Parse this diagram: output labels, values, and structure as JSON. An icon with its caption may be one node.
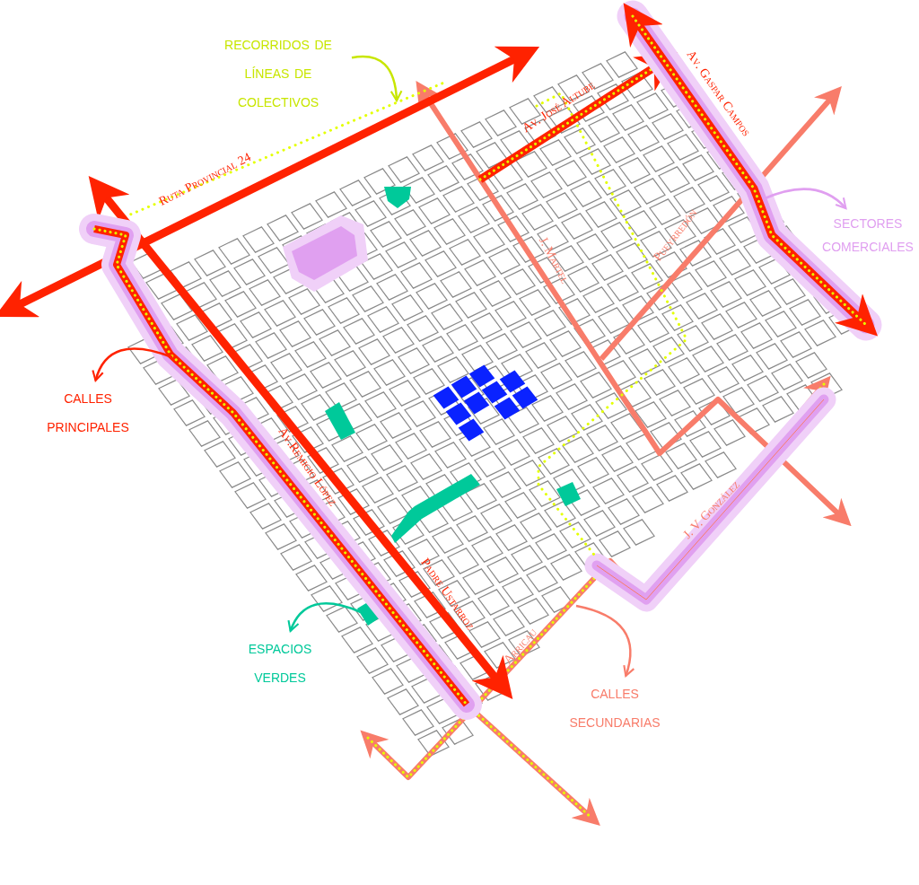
{
  "diagram": {
    "nodes": [
      {
        "text": [
          "recorridos de líneas de colectivos"
        ]
      },
      {
        "text": [
          "calles principales"
        ]
      },
      {
        "text": [
          "sectores comerciales"
        ]
      },
      {
        "text": [
          "espacios verdes"
        ]
      },
      {
        "text": [
          "calles secundarias"
        ]
      }
    ],
    "edges": [
      {
        "from": 0,
        "to": null,
        "arrow": "to",
        "color": "#c8e600"
      },
      {
        "from": null,
        "to": 1,
        "arrow": "to",
        "color": "#ff2200"
      },
      {
        "from": null,
        "to": 2,
        "arrow": "to",
        "color": "#e09ff0"
      },
      {
        "from": null,
        "to": 3,
        "arrow": "to",
        "color": "#00c99a"
      },
      {
        "from": null,
        "to": 4,
        "arrow": "to",
        "color": "#f87c6a"
      }
    ],
    "labels": [
      "Av. José Altube",
      "Av. Gaspar Campos",
      "Ruta Provincial 24",
      "J. Martel",
      "Pueyrredón",
      "Av.Remigio López",
      "Padre Ustarroz",
      "J. V. González",
      "Arricau"
    ]
  }
}
